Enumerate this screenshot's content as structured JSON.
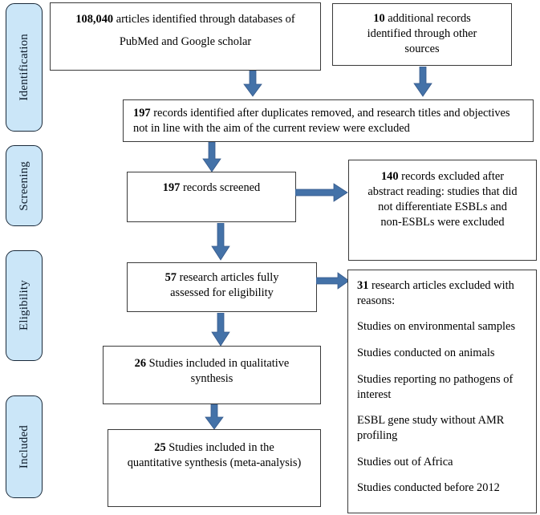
{
  "figure": {
    "type": "prisma-flow-diagram",
    "accent_color": "#4472a8",
    "phase_fill_color": "#cbe6f8",
    "box_border_color": "#3a3a3a"
  },
  "phases": [
    {
      "id": "identification",
      "label": "Identification"
    },
    {
      "id": "screening",
      "label": "Screening"
    },
    {
      "id": "eligibility",
      "label": "Eligibility"
    },
    {
      "id": "included",
      "label": "Included"
    }
  ],
  "boxes": {
    "databases": {
      "count": "108,040",
      "line1": " articles identified through databases of",
      "line2": "PubMed and Google scholar"
    },
    "other_sources": {
      "count": "10",
      "line1": " additional records",
      "line2": "identified through other",
      "line3": "sources"
    },
    "duplicates_removed": {
      "count": "197",
      "text": " records identified after duplicates removed, and research titles and objectives not in line with the aim of the current review were excluded"
    },
    "screened": {
      "count": "197",
      "text": " records screened"
    },
    "excluded_abstract": {
      "count": "140",
      "line1": " records excluded after",
      "line2": "abstract reading: studies that did",
      "line3": "not differentiate ESBLs and",
      "line4": "non-ESBLs were excluded"
    },
    "eligibility_assessed": {
      "count": "57",
      "line1": " research articles fully",
      "line2": "assessed for eligibility"
    },
    "excluded_reasons": {
      "count": "31",
      "heading_rest": " research articles excluded with reasons:",
      "reasons": [
        "Studies on environmental samples",
        "Studies conducted on animals",
        "Studies reporting no pathogens of interest",
        "ESBL gene study without AMR profiling",
        "Studies out of Africa",
        "Studies conducted before 2012"
      ]
    },
    "qualitative": {
      "count": "26",
      "line1": " Studies included in qualitative",
      "line2": "synthesis"
    },
    "quantitative": {
      "count": "25",
      "line1": " Studies included in the",
      "line2": "quantitative synthesis (meta-analysis)"
    }
  },
  "arrows": [
    {
      "id": "databases-to-duplicates",
      "direction": "down"
    },
    {
      "id": "other-sources-to-duplicates",
      "direction": "down"
    },
    {
      "id": "duplicates-to-screened",
      "direction": "down"
    },
    {
      "id": "screened-to-excluded-abstract",
      "direction": "right"
    },
    {
      "id": "screened-to-eligibility",
      "direction": "down"
    },
    {
      "id": "eligibility-to-excluded-reasons",
      "direction": "right"
    },
    {
      "id": "eligibility-to-qualitative",
      "direction": "down"
    },
    {
      "id": "qualitative-to-quantitative",
      "direction": "down"
    }
  ]
}
